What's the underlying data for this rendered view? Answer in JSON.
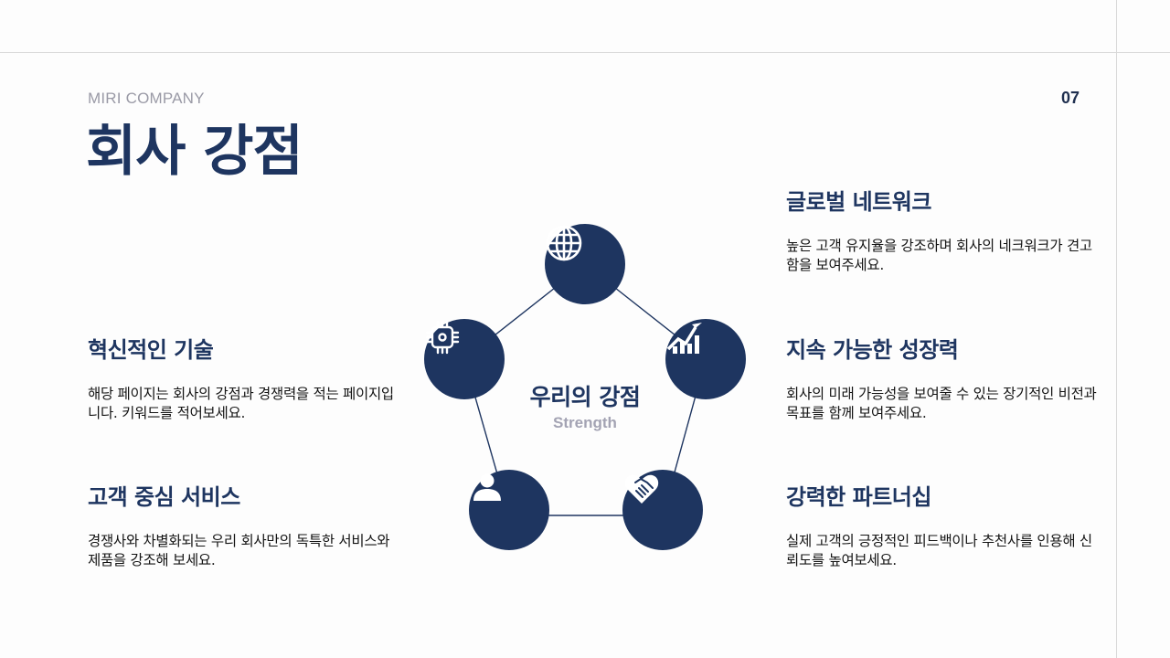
{
  "header": {
    "company": "MIRI COMPANY",
    "page_number": "07",
    "title": "회사 강점"
  },
  "diagram": {
    "center_title": "우리의 강점",
    "center_subtitle": "Strength",
    "node_color": "#1e3560",
    "line_color": "#1e3560",
    "nodes": [
      {
        "position": "top",
        "icon": "globe-icon"
      },
      {
        "position": "left",
        "icon": "chip-icon"
      },
      {
        "position": "right",
        "icon": "chart-growth-icon"
      },
      {
        "position": "bottom-left",
        "icon": "user-icon"
      },
      {
        "position": "bottom-right",
        "icon": "heart-handshake-icon"
      }
    ]
  },
  "strengths": {
    "tech": {
      "title": "혁신적인 기술",
      "desc": "해당 페이지는 회사의 강점과 경쟁력을 적는 페이지입니다. 키워드를 적어보세요."
    },
    "customer": {
      "title": "고객 중심 서비스",
      "desc": "경쟁사와 차별화되는 우리 회사만의 독특한 서비스와 제품을 강조해 보세요."
    },
    "global": {
      "title": "글로벌 네트워크",
      "desc": "높은 고객 유지율을 강조하며 회사의 네크워크가 견고함을 보여주세요."
    },
    "growth": {
      "title": "지속 가능한 성장력",
      "desc": "회사의 미래 가능성을 보여줄 수 있는 장기적인 비전과 목표를 함께 보여주세요."
    },
    "partnership": {
      "title": "강력한 파트너십",
      "desc": "실제 고객의 긍정적인 피드백이나 추천사를 인용해 신뢰도를 높여보세요."
    }
  },
  "colors": {
    "primary": "#1e3560",
    "body_text": "#141414",
    "muted": "#9a9aa6",
    "divider": "#d9d9d9",
    "background": "#fdfdfd"
  }
}
